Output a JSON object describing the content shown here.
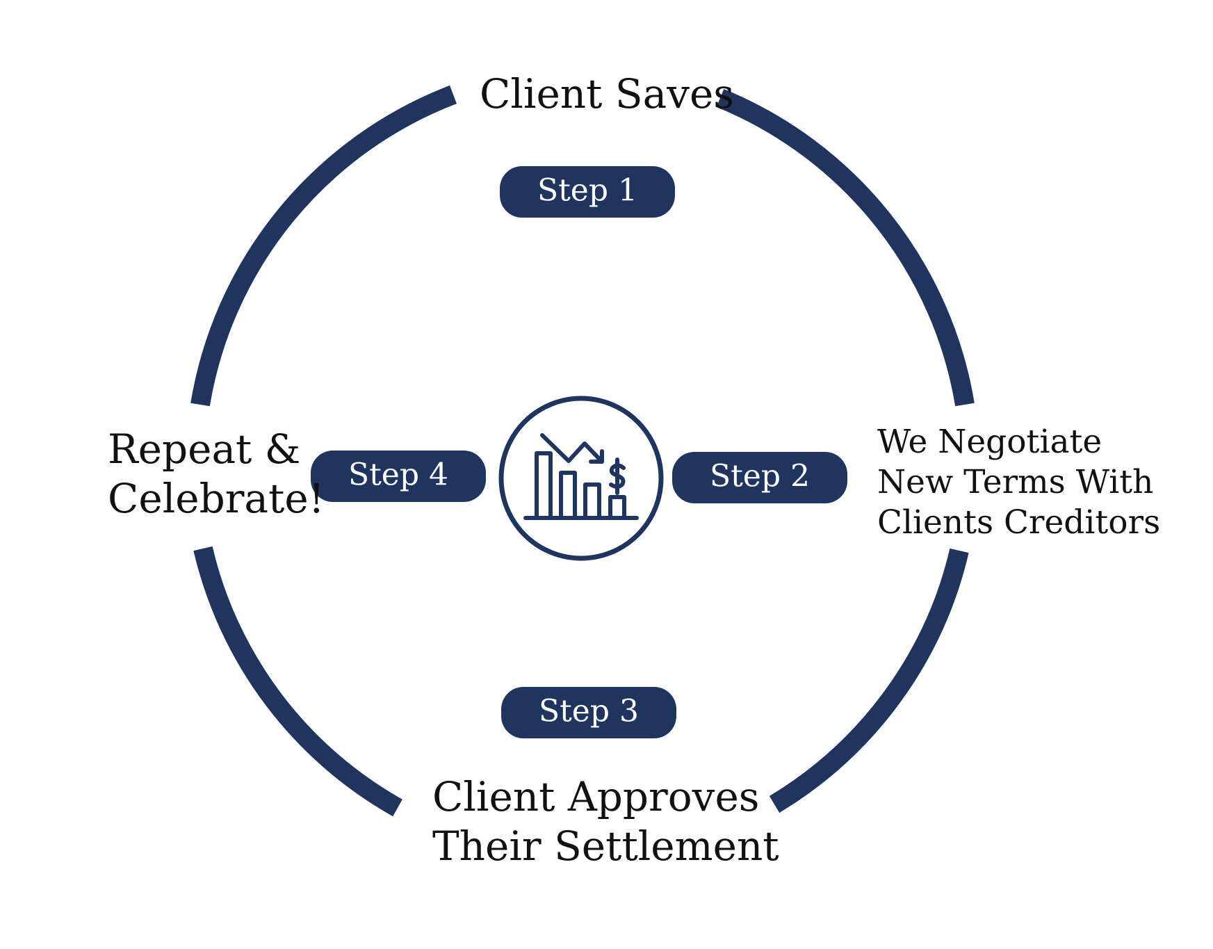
{
  "colors": {
    "primary": "#1f3560",
    "text": "#111111",
    "background": "#ffffff"
  },
  "steps": [
    {
      "label": "Step 1",
      "description": [
        "Client Saves"
      ]
    },
    {
      "label": "Step 2",
      "description": [
        "We Negotiate",
        "New Terms With",
        "Clients Creditors"
      ]
    },
    {
      "label": "Step 3",
      "description": [
        "Client Approves",
        "Their Settlement"
      ]
    },
    {
      "label": "Step 4",
      "description": [
        "Repeat &",
        "Celebrate!"
      ]
    }
  ],
  "center_icon": "declining-bar-chart-dollar-icon"
}
